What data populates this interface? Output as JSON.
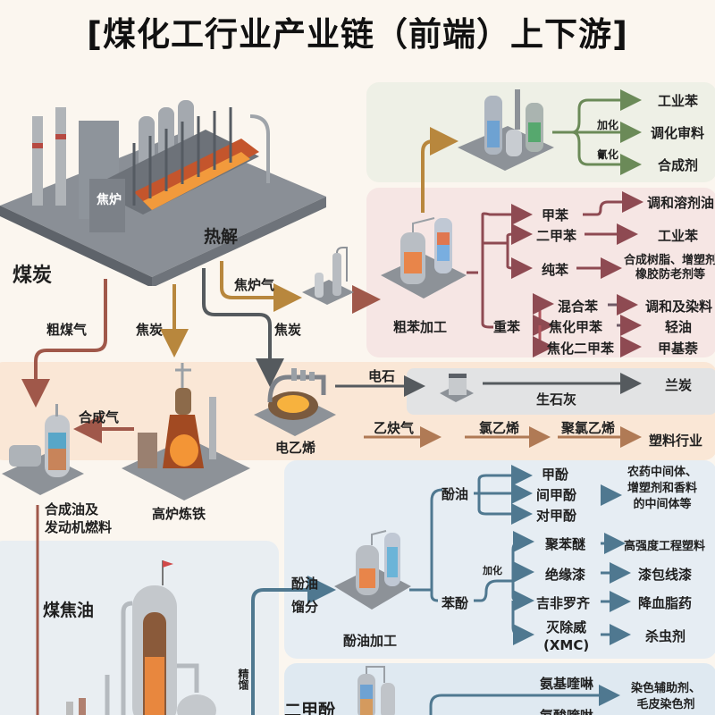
{
  "title": "[煤化工行业产业链（前端）上下游]",
  "colors": {
    "background": "#fbf6ef",
    "panel_green": "#eef0e6",
    "panel_pink": "#f6e6e4",
    "panel_orange": "#fae7d6",
    "panel_gray": "#e2e3e4",
    "panel_blue": "#e6edf3",
    "arrow_brown": "#a0584a",
    "arrow_gold": "#b8873d",
    "arrow_dark": "#555a5e",
    "arrow_green": "#5b7a4b",
    "arrow_maroon": "#8e4a52",
    "arrow_blue": "#4f7890",
    "arrow_tan": "#b07a55"
  },
  "source": {
    "coal": "煤炭",
    "coke_oven": "焦炉",
    "pyrolysis": "热解"
  },
  "flows": {
    "crude_gas": "粗煤气",
    "coke_1": "焦炭",
    "coke_2": "焦炭",
    "coke_oven_gas": "焦炉气",
    "syngas": "合成气",
    "coal_tar": "煤焦油",
    "distill": "精馏"
  },
  "nodes": {
    "crude_benzene": "粗苯加工",
    "blast_furnace": "高炉炼铁",
    "synthetic_oil": "合成油及\n发动机燃料",
    "calcium_carbide": "电乙烯",
    "phenol_oil_fraction": "酚油\n馏分",
    "phenol_oil_processing": "酚油加工",
    "xylenol": "二甲酚"
  },
  "benzene_upgrade": {
    "process_labels": [
      "加化",
      "氰化"
    ],
    "products": [
      "工业苯",
      "调化审料",
      "合成剂"
    ]
  },
  "crude_benzene_products": {
    "toluene": {
      "name": "甲苯",
      "product": "调和溶剂油"
    },
    "xylene": {
      "name": "二甲苯",
      "product": "工业苯"
    },
    "pure_benzene": {
      "name": "纯苯",
      "product": "合成树脂、增塑剂\n橡胶防老剂等"
    },
    "heavy_benzene": {
      "name": "重苯",
      "items": [
        {
          "name": "混合苯",
          "product": "调和及染料"
        },
        {
          "name": "焦化甲苯",
          "product": "轻油"
        },
        {
          "name": "焦化二甲苯",
          "product": "甲基萘"
        }
      ]
    }
  },
  "carbide_chain": {
    "carbide": "电石",
    "quicklime": "生石灰",
    "semi_coke": "兰炭",
    "acetylene": "乙炔气",
    "vinyl_chloride": "氯乙烯",
    "pvc": "聚氯乙烯",
    "plastics": "塑料行业"
  },
  "phenol_oil": {
    "name": "酚油",
    "cresols": [
      "甲酚",
      "间甲酚",
      "对甲酚"
    ],
    "cresol_product": "农药中间体、\n增塑剂和香料\n的中间体等"
  },
  "phenol": {
    "name": "苯酚",
    "process_label": "加化",
    "items": [
      {
        "name": "聚苯醚",
        "product": "高强度工程塑料"
      },
      {
        "name": "绝缘漆",
        "product": "漆包线漆"
      },
      {
        "name": "吉非罗齐",
        "product": "降血脂药"
      },
      {
        "name": "灭除威\n(XMC)",
        "product": "杀虫剂"
      }
    ]
  },
  "xylenol_products": {
    "item1": "氨基喹啉",
    "product1": "染色辅助剂、\n毛皮染色剂",
    "item2": "氨酸喹啉"
  }
}
